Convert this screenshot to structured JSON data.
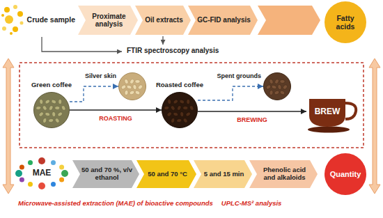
{
  "diagram": {
    "nodes": [
      {
        "text": [
          "Crude sample"
        ]
      },
      {
        "text": [
          "Proximate analysis"
        ]
      },
      {
        "text": [
          "Oil extracts"
        ]
      },
      {
        "text": [
          "GC-FID analysis"
        ]
      },
      {
        "text": [
          "Fatty acids"
        ]
      },
      {
        "text": [
          "Green coffee"
        ]
      },
      {
        "text": [
          "Silver skin"
        ]
      },
      {
        "text": [
          "Roasted coffee"
        ]
      },
      {
        "text": [
          "Spent grounds"
        ]
      },
      {
        "text": [
          "BREW"
        ]
      },
      {
        "text": [
          "MAE"
        ]
      },
      {
        "text": [
          "50 and 70 %, v/v ethanol"
        ]
      },
      {
        "text": [
          "50 and 70 °C"
        ]
      },
      {
        "text": [
          "5 and 15 min"
        ]
      },
      {
        "text": [
          "Phenolic acid and alkaloids"
        ]
      },
      {
        "text": [
          "Quantity"
        ]
      }
    ],
    "edges": [
      {
        "from": 5,
        "to": 7,
        "label": "ROASTING",
        "arrow": "to"
      },
      {
        "from": 5,
        "to": 6,
        "arrow": "to"
      },
      {
        "from": 7,
        "to": 9,
        "label": "BREWING",
        "arrow": "to"
      },
      {
        "from": 7,
        "to": 8,
        "arrow": "to"
      }
    ],
    "labels": [
      "FTIR spectroscopy analysis",
      "Microwave-assisted extraction (MAE) of bioactive compounds",
      "UPLC-MS² analysis"
    ]
  }
}
